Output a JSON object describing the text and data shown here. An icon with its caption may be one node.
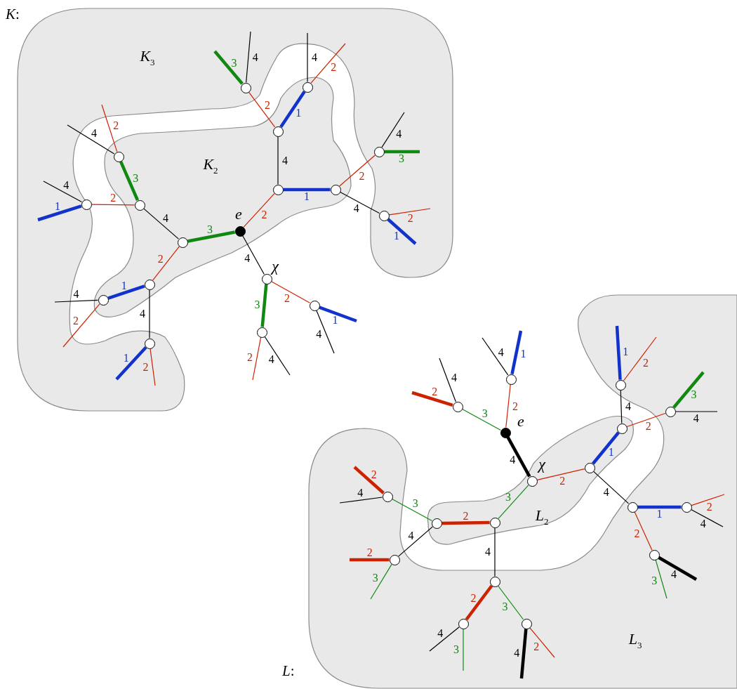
{
  "diagram": {
    "nodes": [
      {
        "text": [
          "K$_{3}$"
        ]
      },
      {
        "text": [
          "K$_{2}$"
        ]
      },
      {
        "text": [],
        "shape": "circle",
        "in": 0
      },
      {
        "text": [],
        "shape": "circle",
        "in": 1
      },
      {
        "text": [],
        "shape": "circle",
        "in": 1
      },
      {
        "text": [],
        "shape": "circle",
        "in": 1
      },
      {
        "text": [],
        "shape": "circle",
        "in": 0
      },
      {
        "text": [],
        "shape": "circle",
        "in": 1
      },
      {
        "text": [],
        "shape": "circle",
        "in": 1
      },
      {
        "text": [],
        "shape": "circle",
        "in": 0
      },
      {
        "text": [],
        "shape": "circle",
        "in": 1
      },
      {
        "text": [],
        "shape": "circle",
        "in": 0
      },
      {
        "text": [],
        "shape": "dot",
        "in": 1,
        "beside": [
          "e"
        ]
      },
      {
        "text": [],
        "shape": "circle",
        "in": 1
      },
      {
        "text": [],
        "shape": "circle",
        "beside": [
          "χ"
        ]
      },
      {
        "text": [],
        "shape": "circle",
        "in": 1
      },
      {
        "text": [],
        "shape": "circle",
        "in": 1
      },
      {
        "text": [],
        "shape": "circle"
      },
      {
        "text": [],
        "shape": "circle"
      },
      {
        "text": [],
        "shape": "circle",
        "in": 0
      },
      {
        "text": [
          "L$_{2}$"
        ]
      },
      {
        "text": [
          "L$_{3}$"
        ]
      },
      {
        "text": [],
        "shape": "circle"
      },
      {
        "text": [],
        "shape": "circle"
      },
      {
        "text": [],
        "shape": "circle",
        "in": 21
      },
      {
        "text": [],
        "shape": "circle",
        "in": 21
      },
      {
        "text": [],
        "shape": "dot",
        "beside": [
          "e"
        ]
      },
      {
        "text": [],
        "shape": "circle",
        "in": 20
      },
      {
        "text": [],
        "shape": "circle",
        "in": 20
      },
      {
        "text": [],
        "shape": "circle",
        "in": 20,
        "beside": [
          "χ"
        ]
      },
      {
        "text": [],
        "shape": "circle",
        "in": 21
      },
      {
        "text": [],
        "shape": "circle",
        "in": 21
      },
      {
        "text": [],
        "shape": "circle",
        "in": 21
      },
      {
        "text": [],
        "shape": "circle",
        "in": 20
      },
      {
        "text": [],
        "shape": "circle",
        "in": 20
      },
      {
        "text": [],
        "shape": "circle",
        "in": 21
      },
      {
        "text": [],
        "shape": "circle",
        "in": 21
      },
      {
        "text": [],
        "shape": "circle",
        "in": 21
      },
      {
        "text": [],
        "shape": "circle",
        "in": 21
      },
      {
        "text": [],
        "shape": "circle",
        "in": 21
      }
    ],
    "edges": [
      {
        "from": 12,
        "to": 7,
        "arrow": "none",
        "label": "2",
        "color": "#cc2200"
      },
      {
        "from": 7,
        "to": 8,
        "arrow": "none",
        "label": "1",
        "color": "#1133cc",
        "style": "thick"
      },
      {
        "from": 7,
        "to": 4,
        "arrow": "none",
        "label": "4",
        "color": "#000000"
      },
      {
        "from": 4,
        "to": 3,
        "arrow": "none",
        "label": "1",
        "color": "#1133cc",
        "style": "thick"
      },
      {
        "from": 4,
        "to": 2,
        "arrow": "none",
        "label": "2",
        "color": "#cc2200"
      },
      {
        "from": 3,
        "to": null,
        "arrow": "none",
        "label": "4",
        "color": "#000000"
      },
      {
        "from": 3,
        "to": null,
        "arrow": "none",
        "label": "2",
        "color": "#cc2200"
      },
      {
        "from": 2,
        "to": null,
        "arrow": "none",
        "label": "3",
        "color": "#118811",
        "style": "thick"
      },
      {
        "from": 2,
        "to": null,
        "arrow": "none",
        "label": "4",
        "color": "#000000"
      },
      {
        "from": 8,
        "to": 6,
        "arrow": "none",
        "label": "2",
        "color": "#cc2200"
      },
      {
        "from": 8,
        "to": 11,
        "arrow": "none",
        "label": "4",
        "color": "#000000"
      },
      {
        "from": 6,
        "to": null,
        "arrow": "none",
        "label": "3",
        "color": "#118811",
        "style": "thick"
      },
      {
        "from": 6,
        "to": null,
        "arrow": "none",
        "label": "4",
        "color": "#000000"
      },
      {
        "from": 11,
        "to": null,
        "arrow": "none",
        "label": "2",
        "color": "#cc2200"
      },
      {
        "from": 11,
        "to": null,
        "arrow": "none",
        "label": "1",
        "color": "#1133cc",
        "style": "thick"
      },
      {
        "from": 12,
        "to": 13,
        "arrow": "none",
        "label": "3",
        "color": "#118811",
        "style": "thick"
      },
      {
        "from": 13,
        "to": 10,
        "arrow": "none",
        "label": "4",
        "color": "#000000"
      },
      {
        "from": 13,
        "to": 15,
        "arrow": "none",
        "label": "2",
        "color": "#cc2200"
      },
      {
        "from": 10,
        "to": 5,
        "arrow": "none",
        "label": "3",
        "color": "#118811",
        "style": "thick"
      },
      {
        "from": 10,
        "to": 9,
        "arrow": "none",
        "label": "2",
        "color": "#cc2200"
      },
      {
        "from": 5,
        "to": null,
        "arrow": "none",
        "label": "4",
        "color": "#000000"
      },
      {
        "from": 5,
        "to": null,
        "arrow": "none",
        "label": "2",
        "color": "#cc2200"
      },
      {
        "from": 9,
        "to": null,
        "arrow": "none",
        "label": "4",
        "color": "#000000"
      },
      {
        "from": 9,
        "to": null,
        "arrow": "none",
        "label": "1",
        "color": "#1133cc",
        "style": "thick"
      },
      {
        "from": 15,
        "to": 16,
        "arrow": "none",
        "label": "1",
        "color": "#1133cc",
        "style": "thick"
      },
      {
        "from": 15,
        "to": 19,
        "arrow": "none",
        "label": "4",
        "color": "#000000"
      },
      {
        "from": 16,
        "to": null,
        "arrow": "none",
        "label": "4",
        "color": "#000000"
      },
      {
        "from": 16,
        "to": null,
        "arrow": "none",
        "label": "2",
        "color": "#cc2200"
      },
      {
        "from": 19,
        "to": null,
        "arrow": "none",
        "label": "1",
        "color": "#1133cc",
        "style": "thick"
      },
      {
        "from": 19,
        "to": null,
        "arrow": "none",
        "label": "2",
        "color": "#cc2200"
      },
      {
        "from": 12,
        "to": 14,
        "arrow": "none",
        "label": "4",
        "color": "#000000"
      },
      {
        "from": 14,
        "to": 17,
        "arrow": "none",
        "label": "2",
        "color": "#cc2200"
      },
      {
        "from": 14,
        "to": 18,
        "arrow": "none",
        "label": "3",
        "color": "#118811",
        "style": "thick"
      },
      {
        "from": 17,
        "to": null,
        "arrow": "none",
        "label": "1",
        "color": "#1133cc",
        "style": "thick"
      },
      {
        "from": 17,
        "to": null,
        "arrow": "none",
        "label": "4",
        "color": "#000000"
      },
      {
        "from": 18,
        "to": null,
        "arrow": "none",
        "label": "2",
        "color": "#cc2200"
      },
      {
        "from": 18,
        "to": null,
        "arrow": "none",
        "label": "4",
        "color": "#000000"
      },
      {
        "from": 26,
        "to": 22,
        "arrow": "none",
        "label": "2",
        "color": "#cc2200"
      },
      {
        "from": 22,
        "to": null,
        "arrow": "none",
        "label": "1",
        "color": "#1133cc",
        "style": "thick"
      },
      {
        "from": 22,
        "to": null,
        "arrow": "none",
        "label": "4",
        "color": "#000000"
      },
      {
        "from": 26,
        "to": 23,
        "arrow": "none",
        "label": "3",
        "color": "#118811"
      },
      {
        "from": 23,
        "to": null,
        "arrow": "none",
        "label": "2",
        "color": "#cc2200",
        "style": "thick"
      },
      {
        "from": 23,
        "to": null,
        "arrow": "none",
        "label": "4",
        "color": "#000000"
      },
      {
        "from": 26,
        "to": 29,
        "arrow": "none",
        "label": "4",
        "color": "#000000",
        "style": "thick"
      },
      {
        "from": 29,
        "to": 28,
        "arrow": "none",
        "label": "2",
        "color": "#cc2200"
      },
      {
        "from": 29,
        "to": 34,
        "arrow": "none",
        "label": "3",
        "color": "#118811"
      },
      {
        "from": 28,
        "to": 27,
        "arrow": "none",
        "label": "1",
        "color": "#1133cc",
        "style": "thick"
      },
      {
        "from": 28,
        "to": 31,
        "arrow": "none",
        "label": "4",
        "color": "#000000"
      },
      {
        "from": 27,
        "to": 24,
        "arrow": "none",
        "label": "4",
        "color": "#000000"
      },
      {
        "from": 27,
        "to": 25,
        "arrow": "none",
        "label": "2",
        "color": "#cc2200"
      },
      {
        "from": 24,
        "to": null,
        "arrow": "none",
        "label": "1",
        "color": "#1133cc",
        "style": "thick"
      },
      {
        "from": 24,
        "to": null,
        "arrow": "none",
        "label": "2",
        "color": "#cc2200"
      },
      {
        "from": 25,
        "to": null,
        "arrow": "none",
        "label": "3",
        "color": "#118811",
        "style": "thick"
      },
      {
        "from": 25,
        "to": null,
        "arrow": "none",
        "label": "4",
        "color": "#000000"
      },
      {
        "from": 31,
        "to": 32,
        "arrow": "none",
        "label": "1",
        "color": "#1133cc",
        "style": "thick"
      },
      {
        "from": 31,
        "to": 35,
        "arrow": "none",
        "label": "2",
        "color": "#cc2200"
      },
      {
        "from": 32,
        "to": null,
        "arrow": "none",
        "label": "2",
        "color": "#cc2200"
      },
      {
        "from": 32,
        "to": null,
        "arrow": "none",
        "label": "4",
        "color": "#000000"
      },
      {
        "from": 35,
        "to": null,
        "arrow": "none",
        "label": "4",
        "color": "#000000",
        "style": "thick"
      },
      {
        "from": 35,
        "to": null,
        "arrow": "none",
        "label": "3",
        "color": "#118811"
      },
      {
        "from": 34,
        "to": 33,
        "arrow": "none",
        "label": "2",
        "color": "#cc2200",
        "style": "thick"
      },
      {
        "from": 34,
        "to": 37,
        "arrow": "none",
        "label": "4",
        "color": "#000000"
      },
      {
        "from": 33,
        "to": 30,
        "arrow": "none",
        "label": "3",
        "color": "#118811"
      },
      {
        "from": 33,
        "to": 36,
        "arrow": "none",
        "label": "4",
        "color": "#000000"
      },
      {
        "from": 30,
        "to": null,
        "arrow": "none",
        "label": "2",
        "color": "#cc2200",
        "style": "thick"
      },
      {
        "from": 30,
        "to": null,
        "arrow": "none",
        "label": "4",
        "color": "#000000"
      },
      {
        "from": 36,
        "to": null,
        "arrow": "none",
        "label": "2",
        "color": "#cc2200",
        "style": "thick"
      },
      {
        "from": 36,
        "to": null,
        "arrow": "none",
        "label": "3",
        "color": "#118811"
      },
      {
        "from": 37,
        "to": 38,
        "arrow": "none",
        "label": "2",
        "color": "#cc2200",
        "style": "thick"
      },
      {
        "from": 37,
        "to": 39,
        "arrow": "none",
        "label": "3",
        "color": "#118811"
      },
      {
        "from": 38,
        "to": null,
        "arrow": "none",
        "label": "4",
        "color": "#000000"
      },
      {
        "from": 38,
        "to": null,
        "arrow": "none",
        "label": "3",
        "color": "#118811"
      },
      {
        "from": 39,
        "to": null,
        "arrow": "none",
        "label": "4",
        "color": "#000000",
        "style": "thick"
      },
      {
        "from": 39,
        "to": null,
        "arrow": "none",
        "label": "2",
        "color": "#cc2200"
      }
    ],
    "labels": [
      "*K*:",
      "*L*:"
    ]
  }
}
